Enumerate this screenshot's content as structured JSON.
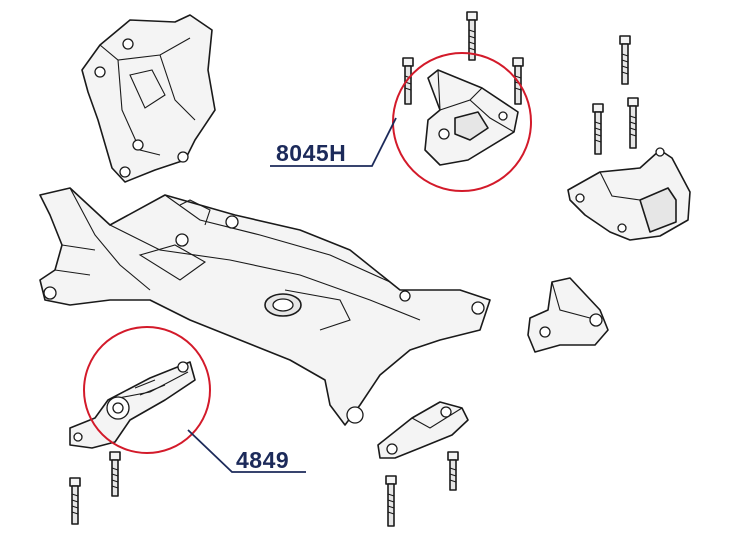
{
  "callouts": [
    {
      "part_number": "8045H",
      "color": "#d31a2a"
    },
    {
      "part_number": "4849",
      "color": "#d31a2a"
    }
  ],
  "label_color": "#1c2a5a",
  "parts": [
    "engine-bracket",
    "upper-engine-mount",
    "transmission-mount",
    "subframe",
    "torque-arm-mount",
    "side-bracket",
    "lower-bracket",
    "bolt"
  ]
}
